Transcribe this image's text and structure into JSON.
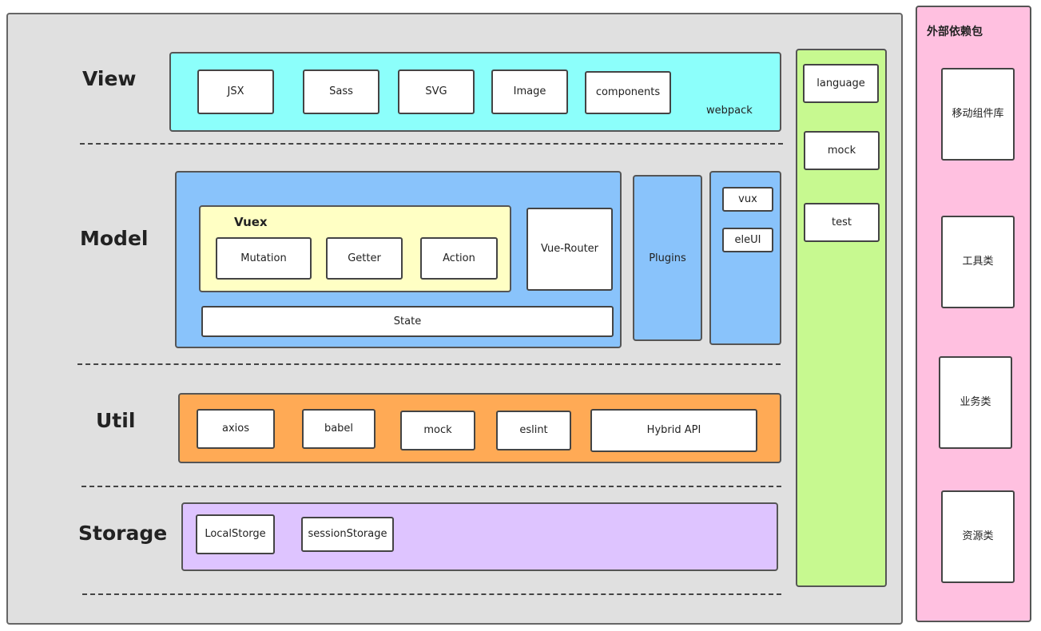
{
  "layers": {
    "view": {
      "label": "View",
      "items": [
        "JSX",
        "Sass",
        "SVG",
        "Image",
        "components"
      ],
      "tool": "webpack"
    },
    "model": {
      "label": "Model",
      "vuex_title": "Vuex",
      "vuex_items": [
        "Mutation",
        "Getter",
        "Action"
      ],
      "state": "State",
      "router": "Vue-Router",
      "plugins": "Plugins",
      "ui_libs": [
        "vux",
        "eleUI"
      ]
    },
    "util": {
      "label": "Util",
      "items": [
        "axios",
        "babel",
        "mock",
        "eslint",
        "Hybrid API"
      ]
    },
    "storage": {
      "label": "Storage",
      "items": [
        "LocalStorge",
        "sessionStorage"
      ]
    }
  },
  "side_tools": [
    "language",
    "mock",
    "test"
  ],
  "external": {
    "title": "外部依赖包",
    "items": [
      "移动组件库",
      "工具类",
      "业务类",
      "资源类"
    ]
  },
  "colors": {
    "main_bg": "#e0e0e0",
    "view": "#8cfffb",
    "model": "#89c3fb",
    "vuex": "#ffffc4",
    "util": "#ffaa55",
    "storage": "#dec4ff",
    "side": "#c7f990",
    "external": "#ffc0e0"
  }
}
